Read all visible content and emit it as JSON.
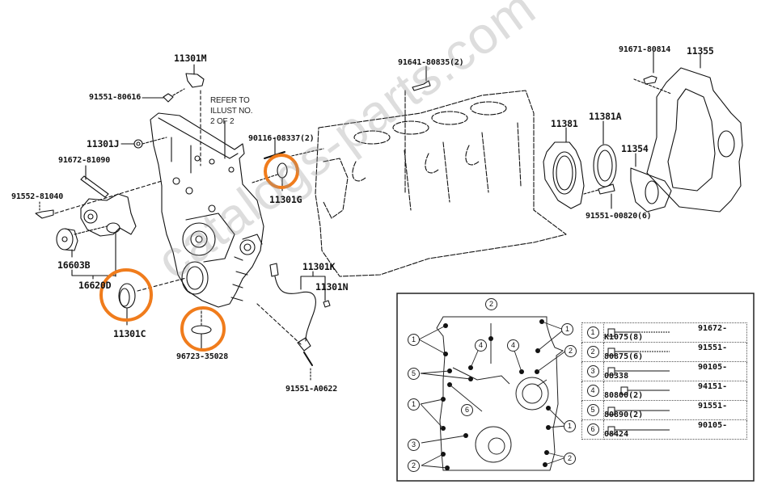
{
  "diagram": {
    "title": "Engine block / timing chain cover parts diagram",
    "watermark": "catalogs-parts.com",
    "highlight_color": "#f07c1c",
    "note": "REFER TO\nILLUST NO.\n2 OF 2",
    "labels": {
      "p11301M": "11301M",
      "p91551_80616": "91551-80616",
      "p11301J": "11301J",
      "p91672_81090": "91672-81090",
      "p91552_81040": "91552-81040",
      "p16603B": "16603B",
      "p16620D": "16620D",
      "p11301C": "11301C",
      "p96723_35028": "96723-35028",
      "p90116_08337": "90116-08337(2)",
      "p11301G": "11301G",
      "p91641_80835": "91641-80835(2)",
      "p11301K": "11301K",
      "p11301N": "11301N",
      "p91551_A0622": "91551-A0622",
      "p11381": "11381",
      "p11381A": "11381A",
      "p11354": "11354",
      "p91551_00820": "91551-00820(6)",
      "p91671_80814": "91671-80814",
      "p11355": "11355"
    },
    "highlighted_parts": [
      "11301G",
      "11301C",
      "96723-35028"
    ],
    "inset": {
      "callouts": [
        "2",
        "1",
        "1",
        "4",
        "4",
        "2",
        "5",
        "1",
        "6",
        "1",
        "3",
        "2",
        "2",
        "1"
      ],
      "legend": [
        {
          "num": "1",
          "part": "91672-K1075(8)"
        },
        {
          "num": "2",
          "part": "91551-80875(6)"
        },
        {
          "num": "3",
          "part": "90105-08338"
        },
        {
          "num": "4",
          "part": "94151-80800(2)"
        },
        {
          "num": "5",
          "part": "91551-80890(2)"
        },
        {
          "num": "6",
          "part": "90105-08424"
        }
      ]
    }
  }
}
